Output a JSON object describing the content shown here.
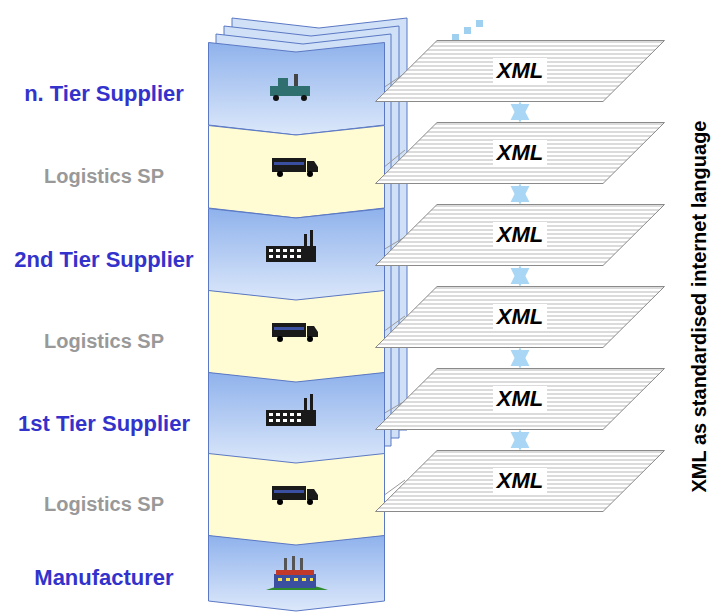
{
  "diagram": {
    "nodes": [
      {
        "text": [
          "n. Tier Supplier"
        ]
      },
      {
        "text": [
          "Logistics SP"
        ]
      },
      {
        "text": [
          "2nd Tier Supplier"
        ]
      },
      {
        "text": [
          "Logistics SP"
        ]
      },
      {
        "text": [
          "1st Tier Supplier"
        ]
      },
      {
        "text": [
          "Logistics SP"
        ]
      },
      {
        "text": [
          "Manufacturer"
        ]
      },
      {
        "text": [
          "XML"
        ]
      },
      {
        "text": [
          "XML"
        ]
      },
      {
        "text": [
          "XML"
        ]
      },
      {
        "text": [
          "XML"
        ]
      },
      {
        "text": [
          "XML"
        ]
      },
      {
        "text": [
          "XML"
        ]
      }
    ],
    "edges": [
      {
        "from": 7,
        "to": 8,
        "arrow": "both"
      },
      {
        "from": 8,
        "to": 9,
        "arrow": "both"
      },
      {
        "from": 9,
        "to": 10,
        "arrow": "both"
      },
      {
        "from": 10,
        "to": 11,
        "arrow": "both"
      },
      {
        "from": 11,
        "to": 12,
        "arrow": "both"
      }
    ],
    "labels": [
      "XML as standardised internet language"
    ]
  }
}
